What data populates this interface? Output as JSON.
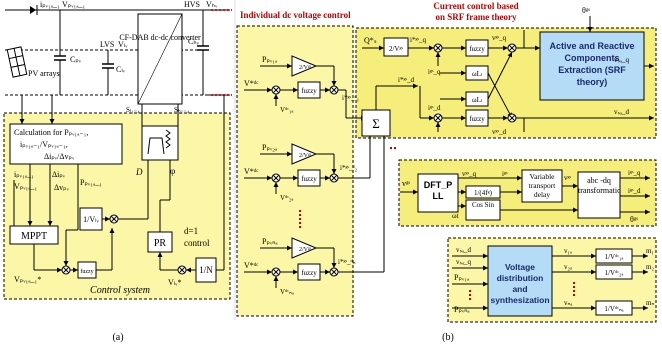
{
  "panel_a": {
    "caption": "(a)",
    "labels": {
      "i_pv1a_1": "iₚᵥ₁ₐ_₁",
      "v_pv1a_1": "Vₚᵥ₁ₐ_₁",
      "cpv": "Cₚᵥ",
      "pv_arrays": "PV arrays",
      "lvs": "LVS",
      "vlv": "Vₗᵥ",
      "clv": "Cₗᵥ",
      "converter": "CF-DAB dc-dc converter",
      "hvs": "HVS",
      "vhv": "Vₕᵥ",
      "chv": "Cₕᵥ",
      "s_l14": "Sₗ₁₋₄",
      "s_h14": "Sₕ₁₋₄",
      "calc_title": "Calculation for Pₚᵥ₁ₐ₋₁,",
      "calc_line2": "iₚᵥ₁ₐ₋₁/Vₚᵥ₁ₐ₋₁,",
      "calc_line3": "Δiₚᵥ/Δvₚᵥ",
      "ipv_in": "iₚᵥ₁ₐ_₁",
      "vpv_in": "Vₚᵥ₁ₐ_₁",
      "dpv": "Δiₚᵥ",
      "dvpv": "Δvₚᵥ",
      "ppv": "Pₚᵥ₁ₐ_₁",
      "mppt": "MPPT",
      "one_vlv": "1/Vₗᵥ",
      "fuzzy": "fuzzy",
      "pr": "PR",
      "d": "D",
      "phi": "φ",
      "d1": "d=1",
      "control": "control",
      "one_n": "1/N",
      "vlv_star": "Vₗᵥ*",
      "vpv_star": "Vₚᵥ₁ₐ_₁*",
      "control_system": "Control system"
    }
  },
  "panel_b": {
    "caption": "(b)",
    "titles": {
      "individual": "Individual dc voltage control",
      "current_line1": "Current control based",
      "current_line2": "on SRF frame theory"
    },
    "labels": {
      "theta_gs": "θᵍˢ",
      "ppv1a": "Pₚᵥ₁ₐ",
      "ppv2a": "Pₚᵥ₂ₐ",
      "ppvna": "Pₚᵥₙₐ",
      "vdc_star": "V*ᵈᶜ",
      "vdc1a": "Vᵈᶜ₁ₐ",
      "vdc2a": "Vᵈᶜ₂ₐ",
      "vdcna": "Vᵈᶜₙₐ",
      "k2_vgs": "2/Vᵍˢ",
      "fuzzy": "fuzzy",
      "ig1": "i*ᵍˢ_ᵈ₁",
      "ig2": "i*ᵍˢ_ᵈ₂",
      "ign": "i*ᵍˢ_ᵈₙ",
      "sum": "Σ",
      "qs_star": "Q*ₛ",
      "igs_q": "i*ᵍˢ_q",
      "igs_d": "i*ᵍˢ_d",
      "iq": "iᵍˢ_q",
      "id": "iᵍˢ_d",
      "wl1": "ωLₗ",
      "wl2": "ωLₗ",
      "vsa_q": "vₛₐ_q",
      "vsa_d": "vₛₐ_d",
      "vgs_q": "vᵍˢ_q",
      "vgs_d": "vᵍˢ_d",
      "arc_title": "Active and Reactive Components Extraction (SRF theory)",
      "vgs": "vᵍˢ",
      "dft": "DFT_P LL",
      "filter": "1/(4fᵍ)",
      "cos_sin": "Cos Sin",
      "var_delay": "Variable transport delay",
      "abc_dq": "abc -dq transformation",
      "igs": "iᵍˢ",
      "omega_t": "ωt",
      "vsa_d_in": "vₛₐ_d",
      "vsa_q_in": "vₛₐ_q",
      "ppv1a_in": "Pₚᵥ₁ₐ",
      "ppvna_in": "Pₚᵥₙₐ",
      "vds_title": "Voltage distribution and synthesization",
      "v1a": "v₁ₐ",
      "v2a": "v₂ₐ",
      "vna": "vₙₐ",
      "one_vdc1a": "1/Vᵈᶜ₁ₐ",
      "one_vdc2a": "1/Vᵈᶜ₂ₐ",
      "one_vdcna": "1/Vᵈᶜₙₐ",
      "m1": "m₁",
      "m2": "m₂",
      "mn": "mₙ"
    }
  },
  "colors": {
    "yellow_fill": "#fbf7a6",
    "yellow_strong": "#f6ee7a",
    "box_blue": "#b4dcf6",
    "title_red": "#c00000",
    "stroke": "#000000"
  }
}
